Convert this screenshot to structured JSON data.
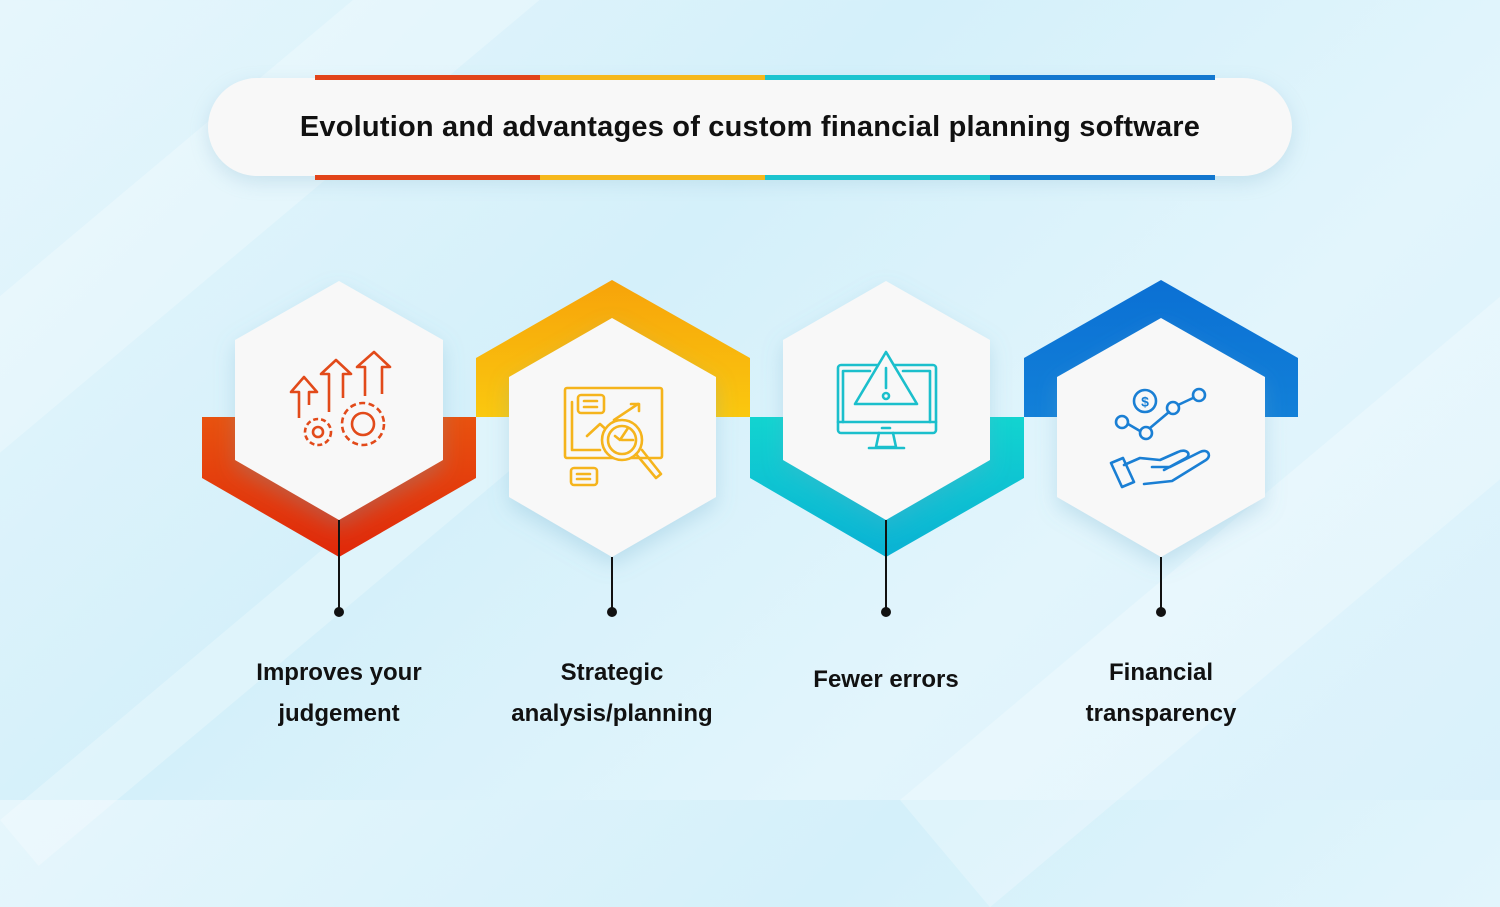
{
  "title": "Evolution and advantages of custom financial planning software",
  "title_bar_colors": [
    "#e2441a",
    "#f6b81c",
    "#1cc4cf",
    "#1377cf"
  ],
  "items": [
    {
      "label_line1": "Improves your",
      "label_line2": "judgement",
      "icon": "growth-gears-icon",
      "color": "#e2441a",
      "color2": "#e02a08"
    },
    {
      "label_line1": "Strategic",
      "label_line2": "analysis/planning",
      "icon": "analysis-magnifier-icon",
      "color": "#f8a80c",
      "color2": "#f9c20d"
    },
    {
      "label_line1": "Fewer errors",
      "label_line2": "",
      "icon": "monitor-warning-icon",
      "color": "#14d0d0",
      "color2": "#0fb4d2"
    },
    {
      "label_line1": "Financial",
      "label_line2": "transparency",
      "icon": "hand-money-chart-icon",
      "color": "#0d74d6",
      "color2": "#1280d8"
    }
  ]
}
